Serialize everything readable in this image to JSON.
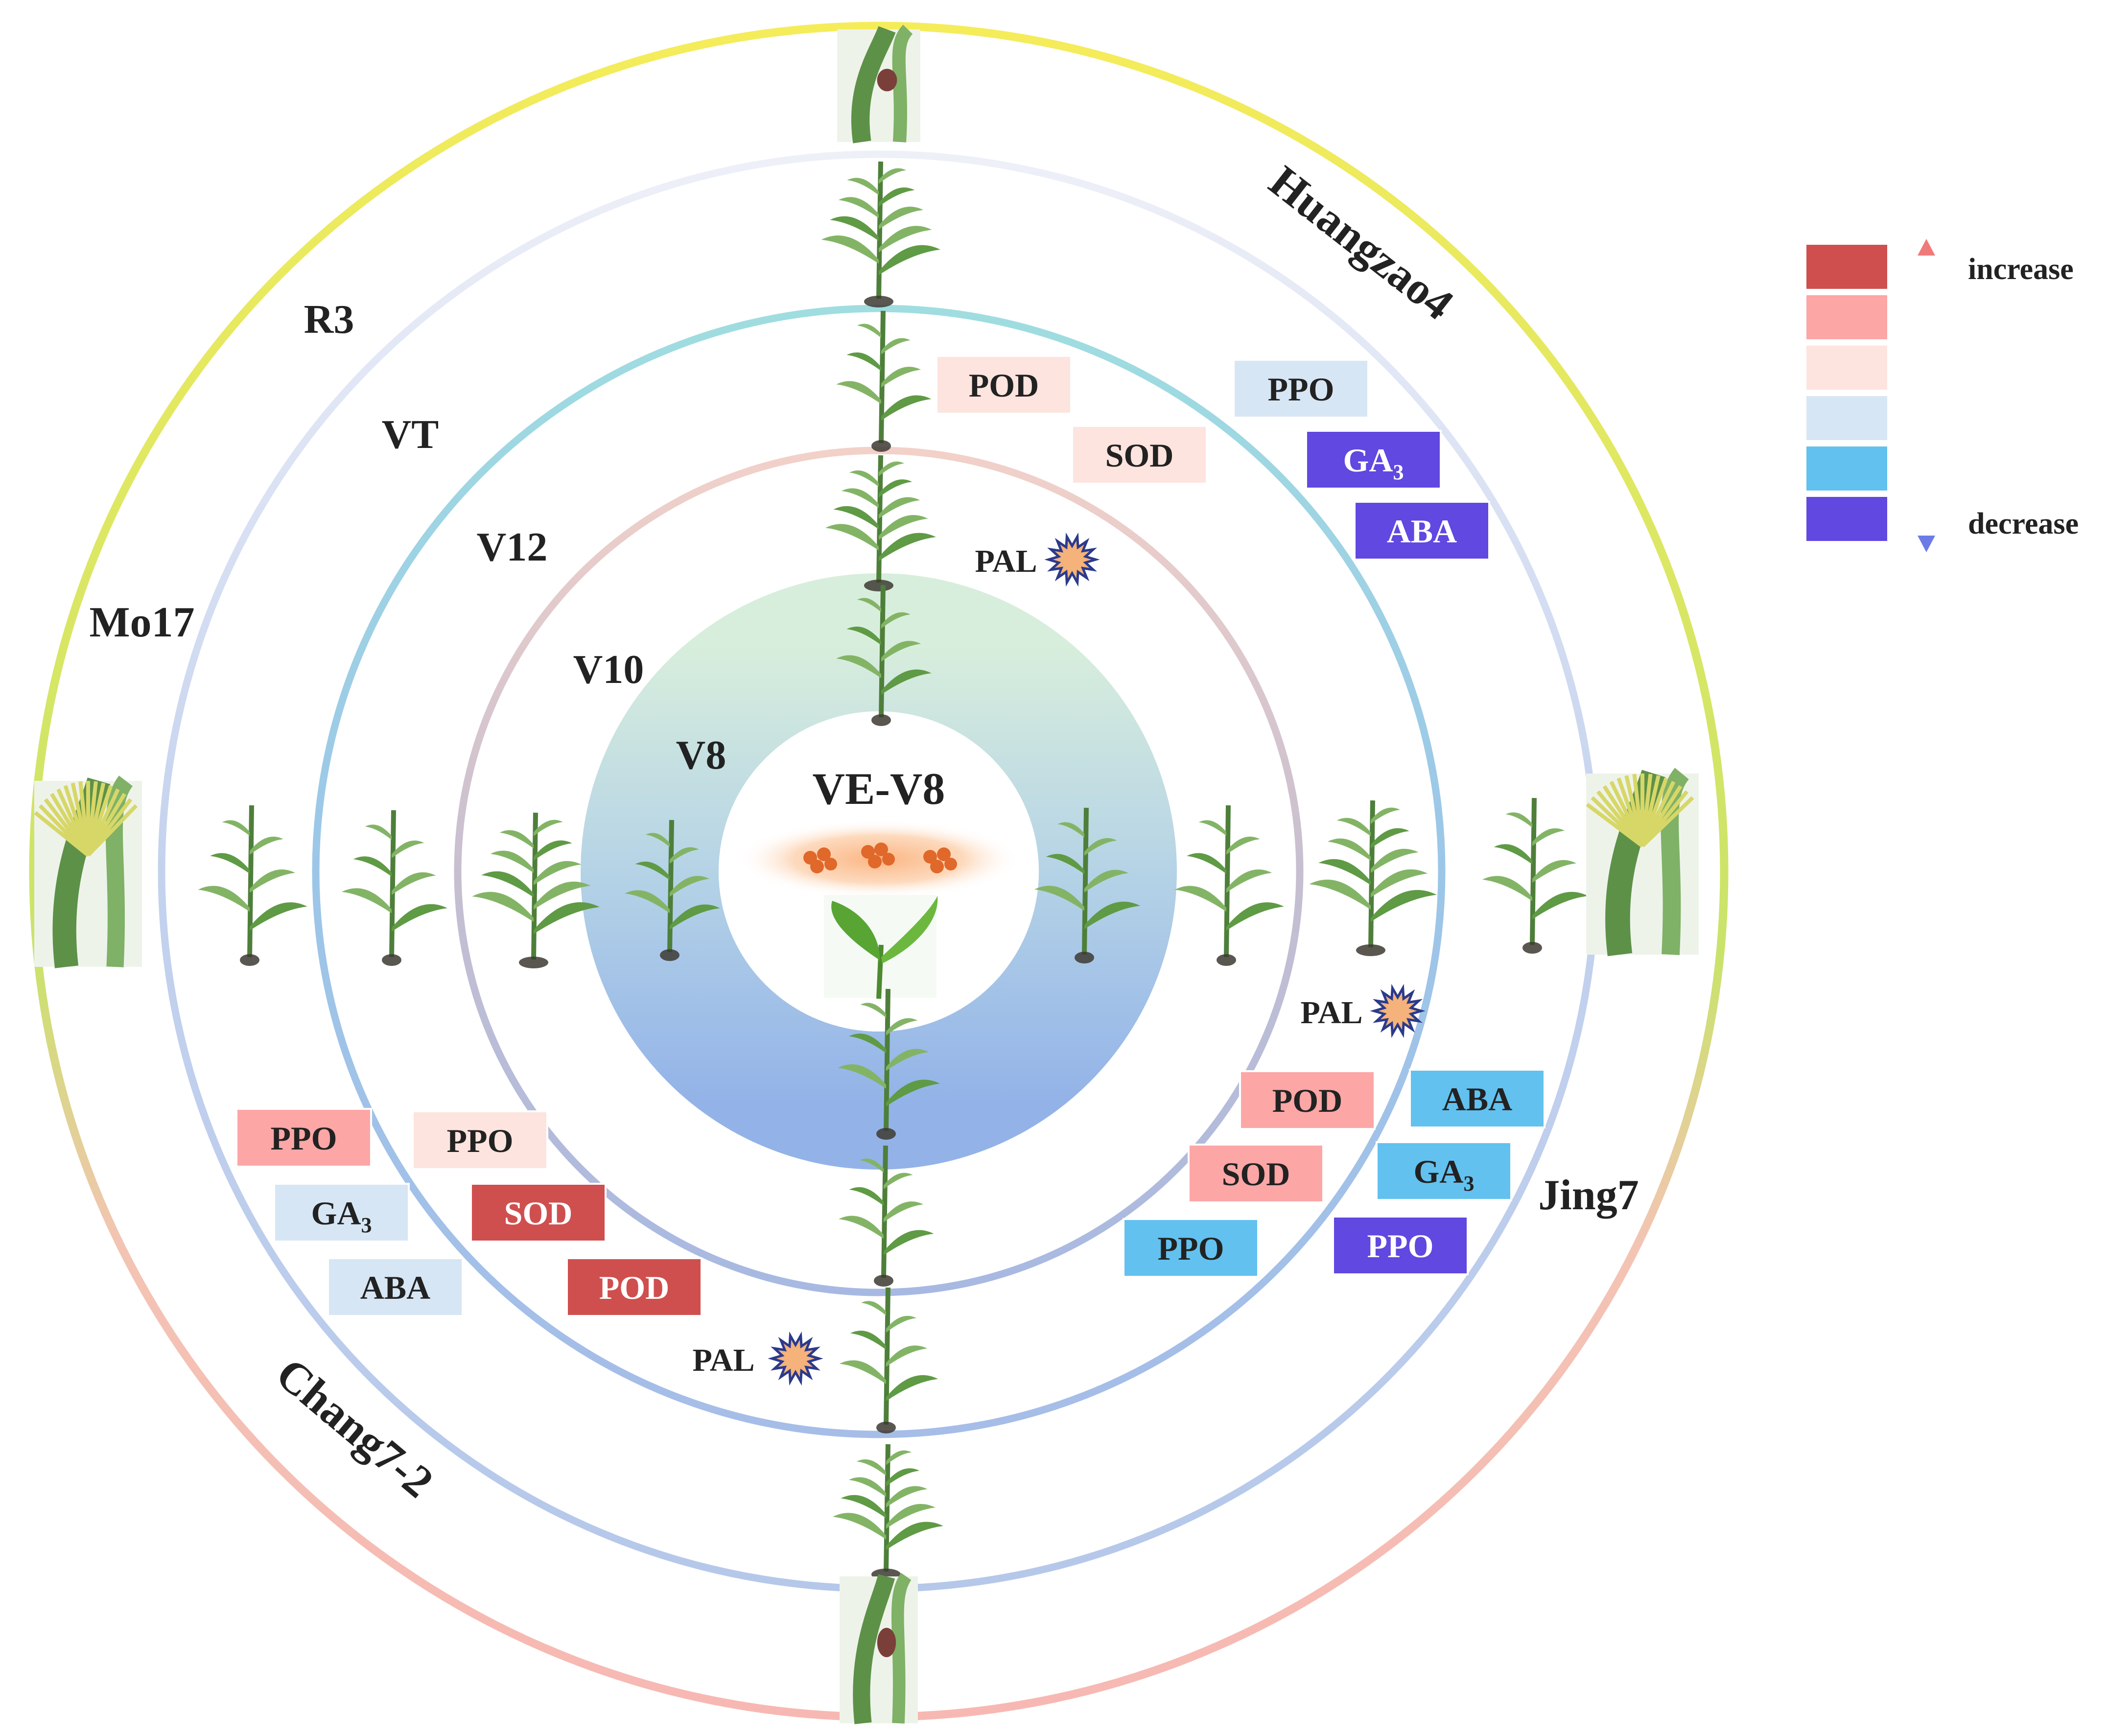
{
  "center_label": "VE-V8",
  "stage_labels": [
    {
      "id": "r3",
      "text": "R3"
    },
    {
      "id": "vt",
      "text": "VT"
    },
    {
      "id": "v12",
      "text": "V12"
    },
    {
      "id": "v10",
      "text": "V10"
    },
    {
      "id": "v8",
      "text": "V8"
    }
  ],
  "variety_labels": [
    {
      "id": "huangzao4",
      "text": "Huangzao4"
    },
    {
      "id": "mo17",
      "text": "Mo17"
    },
    {
      "id": "jing7",
      "text": "Jing7"
    },
    {
      "id": "chang7-2",
      "text": "Chang7-2"
    }
  ],
  "legend": {
    "increase": "increase",
    "decrease": "decrease",
    "swatches": [
      "#cf4f4f",
      "#fca6a6",
      "#fde4df",
      "#d7e6f4",
      "#62c1ef",
      "#6048e0"
    ]
  },
  "markers": [
    {
      "id": "huang-pod",
      "text": "POD",
      "level": 2
    },
    {
      "id": "huang-sod",
      "text": "SOD",
      "level": 2
    },
    {
      "id": "huang-ppo",
      "text": "PPO",
      "level": 3
    },
    {
      "id": "huang-ga3",
      "text": "GA",
      "sub": "3",
      "level": 5
    },
    {
      "id": "huang-aba",
      "text": "ABA",
      "level": 5
    },
    {
      "id": "jing-pod",
      "text": "POD",
      "level": 1
    },
    {
      "id": "jing-sod",
      "text": "SOD",
      "level": 1
    },
    {
      "id": "jing-ppo1",
      "text": "PPO",
      "level": 4
    },
    {
      "id": "jing-aba",
      "text": "ABA",
      "level": 4
    },
    {
      "id": "jing-ga3",
      "text": "GA",
      "sub": "3",
      "level": 4
    },
    {
      "id": "jing-ppo2",
      "text": "PPO",
      "level": 5
    },
    {
      "id": "mo-ppo1",
      "text": "PPO",
      "level": 1
    },
    {
      "id": "mo-ga3",
      "text": "GA",
      "sub": "3",
      "level": 3
    },
    {
      "id": "mo-aba",
      "text": "ABA",
      "level": 3
    },
    {
      "id": "mo-ppo2",
      "text": "PPO",
      "level": 2
    },
    {
      "id": "mo-sod",
      "text": "SOD",
      "level": 0
    },
    {
      "id": "mo-pod",
      "text": "POD",
      "level": 0
    }
  ],
  "pal_labels": [
    {
      "id": "pal-1",
      "text": "PAL"
    },
    {
      "id": "pal-2",
      "text": "PAL"
    },
    {
      "id": "pal-3",
      "text": "PAL"
    }
  ]
}
